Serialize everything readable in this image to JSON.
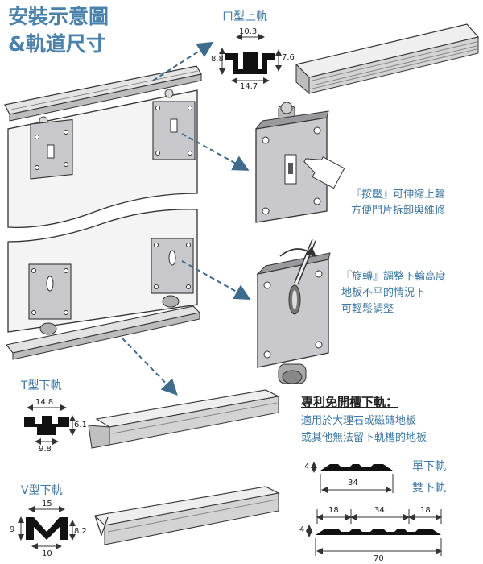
{
  "title": {
    "line1": "安裝示意圖",
    "line2": "&軌道尺寸"
  },
  "top_track": {
    "label": "ㄇ型上軌",
    "dims": {
      "top": "10.3",
      "left": "8.8",
      "right": "7.6",
      "bottom": "14.7"
    }
  },
  "t_track": {
    "label": "T型下軌",
    "dims": {
      "top": "14.8",
      "right": "6.1",
      "bottom": "9.8"
    }
  },
  "v_track": {
    "label": "V型下軌",
    "dims": {
      "top": "15",
      "left": "9",
      "right": "8.2",
      "bottom": "10"
    }
  },
  "press_note": {
    "line1": "『按壓』可伸縮上輪",
    "line2": "方便門片拆卸與維修"
  },
  "rotate_note": {
    "line1": "『旋轉』調整下輪高度",
    "line2": "地板不平的情況下",
    "line3": "可輕鬆調整"
  },
  "patent_note": {
    "title": "專利免開槽下軌：",
    "line1": "適用於大理石或磁磚地板",
    "line2": "或其他無法留下軌槽的地板"
  },
  "single_track": {
    "label": "單下軌",
    "height": "4",
    "width": "34"
  },
  "double_track": {
    "label": "雙下軌",
    "height": "4",
    "seg_left": "18",
    "seg_mid": "34",
    "seg_right": "18",
    "total": "70"
  },
  "colors": {
    "accent": "#4a82ab",
    "dashed_arrow": "#3f6b8c",
    "plate": "#c9c9cd",
    "panel": "#f2f2f2"
  }
}
